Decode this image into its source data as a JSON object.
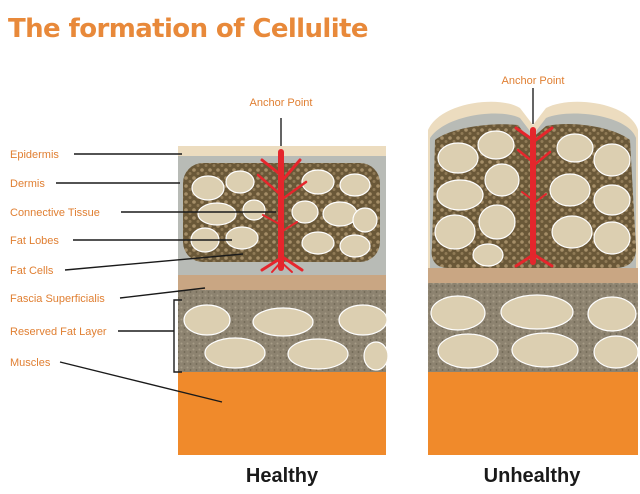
{
  "title": "The formation of Cellulite",
  "labels": {
    "epidermis": "Epidermis",
    "dermis": "Dermis",
    "connective_tissue": "Connective Tissue",
    "fat_lobes": "Fat Lobes",
    "fat_cells": "Fat Cells",
    "fascia_superficialis": "Fascia Superficialis",
    "reserved_fat_layer": "Reserved Fat Layer",
    "muscles": "Muscles"
  },
  "anchor_point_healthy": "Anchor Point",
  "anchor_point_unhealthy": "Anchor Point",
  "captions": {
    "healthy": "Healthy",
    "unhealthy": "Unhealthy"
  },
  "colors": {
    "title": "#e8893a",
    "label_text": "#e07f32",
    "epidermis": "#ecdcbf",
    "dermis": "#b8bbb6",
    "fat_cell": "#dccfb1",
    "fat_cell_outline": "#ffffff",
    "fat_lobe_background": "#6a5838",
    "connective_tissue": "#e5262c",
    "fascia": "#c9a683",
    "reserved_fat_layer": "#8d8370",
    "muscle": "#f08a2b"
  }
}
